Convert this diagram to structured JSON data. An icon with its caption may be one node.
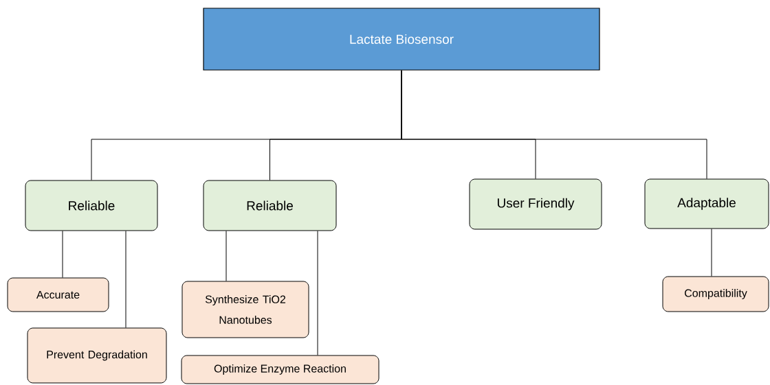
{
  "diagram": {
    "nodes": [
      {
        "text": [
          "Lactate Biosensor"
        ]
      },
      {
        "text": [
          "Reliable"
        ]
      },
      {
        "text": [
          "Accurate"
        ]
      },
      {
        "text": [
          "Prevent Degradation"
        ]
      },
      {
        "text": [
          "Reliable"
        ]
      },
      {
        "text": [
          "Synthesize TiO2 Nanotubes"
        ]
      },
      {
        "text": [
          "Optimize Enzyme Reaction"
        ]
      },
      {
        "text": [
          "User Friendly"
        ]
      },
      {
        "text": [
          "Adaptable"
        ]
      },
      {
        "text": [
          "Compatibility"
        ]
      }
    ],
    "edges": [
      {
        "from": 0,
        "to": 1,
        "arrow": "none"
      },
      {
        "from": 0,
        "to": 4,
        "arrow": "none"
      },
      {
        "from": 0,
        "to": 7,
        "arrow": "none"
      },
      {
        "from": 0,
        "to": 8,
        "arrow": "none"
      },
      {
        "from": 1,
        "to": 2,
        "arrow": "none"
      },
      {
        "from": 1,
        "to": 3,
        "arrow": "none"
      },
      {
        "from": 4,
        "to": 5,
        "arrow": "none"
      },
      {
        "from": 4,
        "to": 6,
        "arrow": "none"
      },
      {
        "from": 8,
        "to": 9,
        "arrow": "none"
      }
    ]
  }
}
